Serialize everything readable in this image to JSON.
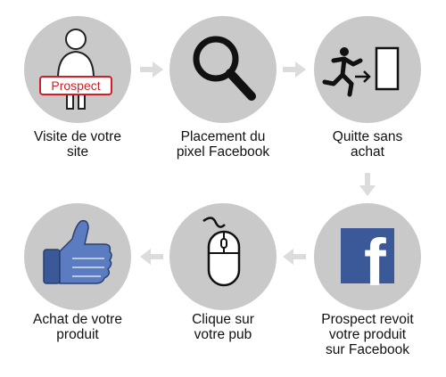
{
  "steps": [
    {
      "id": "visit",
      "label_lines": [
        "Visite de votre",
        "site"
      ],
      "badge": "Prospect"
    },
    {
      "id": "pixel",
      "label_lines": [
        "Placement du",
        "pixel Facebook"
      ]
    },
    {
      "id": "leave",
      "label_lines": [
        "Quitte sans",
        "achat"
      ]
    },
    {
      "id": "facebook",
      "label_lines": [
        "Prospect revoit",
        "votre produit",
        "sur Facebook"
      ],
      "logo_letter": "f"
    },
    {
      "id": "click",
      "label_lines": [
        "Clique sur",
        "votre pub"
      ]
    },
    {
      "id": "buy",
      "label_lines": [
        "Achat de votre",
        "produit"
      ]
    }
  ],
  "colors": {
    "circle": "#c9c9c9",
    "arrow": "#dcdcdc",
    "badge_red": "#d01f26",
    "facebook_blue": "#3b5998",
    "thumb_blue": "#5b7cc0",
    "thumb_light": "#d9e2f3"
  },
  "icons": [
    "person-icon",
    "magnifier-icon",
    "exit-running-icon",
    "facebook-logo-icon",
    "mouse-icon",
    "thumbs-up-icon"
  ]
}
